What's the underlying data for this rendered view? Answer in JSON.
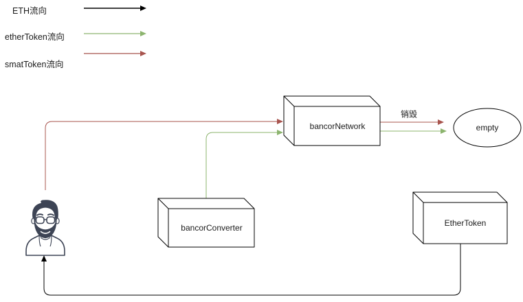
{
  "legend": {
    "items": [
      {
        "id": "eth-flow",
        "label": "ETH流向",
        "color": "#000000"
      },
      {
        "id": "ethertoken-flow",
        "label": "etherToken流向",
        "color": "#8cb46e"
      },
      {
        "id": "smarttoken-flow",
        "label": "smatToken流向",
        "color": "#a8544e"
      }
    ]
  },
  "nodes": {
    "bancor_network": {
      "label": "bancorNetwork"
    },
    "bancor_converter": {
      "label": "bancorConverter"
    },
    "ether_token": {
      "label": "EtherToken"
    },
    "empty": {
      "label": "empty"
    }
  },
  "annotations": {
    "destroy_label": "销毁"
  }
}
